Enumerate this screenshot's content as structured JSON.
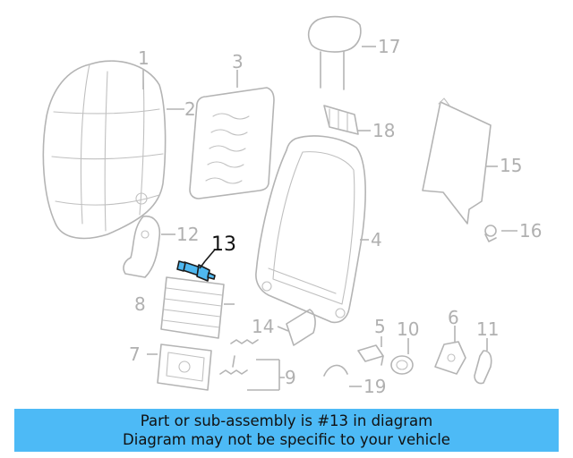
{
  "callouts": [
    "1",
    "2",
    "3",
    "4",
    "5",
    "6",
    "7",
    "8",
    "9",
    "10",
    "11",
    "12",
    "13",
    "14",
    "15",
    "16",
    "17",
    "18",
    "19"
  ],
  "highlight": {
    "part": "13",
    "color": "#4fb8f0"
  },
  "banner": {
    "line1": "Part or sub-assembly is #13 in diagram",
    "line2": "Diagram may not be specific to your vehicle",
    "color": "#4dbaf6"
  }
}
